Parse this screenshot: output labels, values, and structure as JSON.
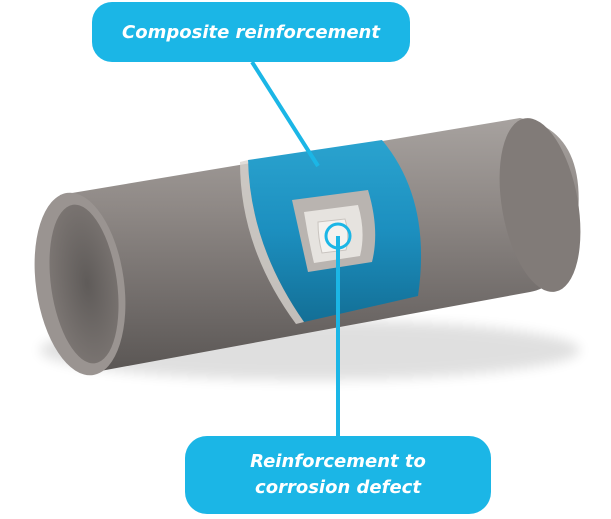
{
  "callouts": {
    "top": {
      "text": "Composite reinforcement"
    },
    "bottom": {
      "line1": "Reinforcement to",
      "line2": "corrosion defect"
    }
  },
  "colors": {
    "accent": "#1bb6e6",
    "wrap": "#1c8fbf",
    "pipe": "#8d8784",
    "defect": "#e6e3df"
  }
}
